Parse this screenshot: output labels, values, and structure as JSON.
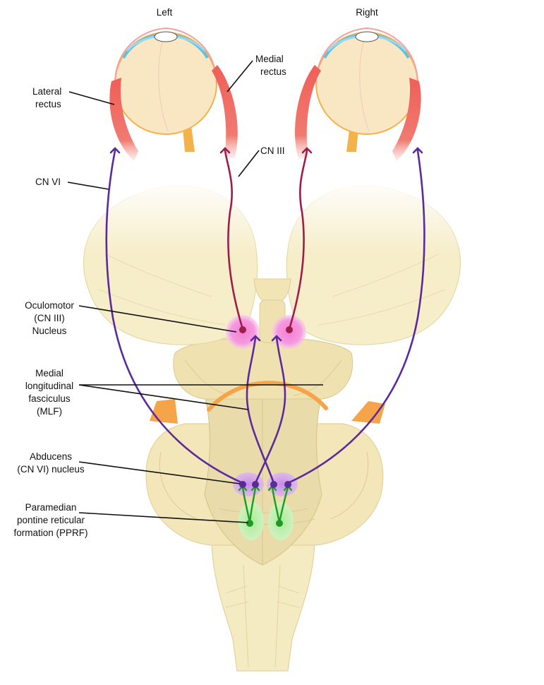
{
  "labels": {
    "left": "Left",
    "right": "Right",
    "medial_rectus": [
      "Medial",
      "rectus"
    ],
    "lateral_rectus": [
      "Lateral",
      "rectus"
    ],
    "cn3": "CN III",
    "cn6": "CN VI",
    "oculomotor": [
      "Oculomotor",
      "(CN III)",
      "Nucleus"
    ],
    "mlf": [
      "Medial",
      "longitudinal",
      "fasciculus",
      "(MLF)"
    ],
    "abducens": [
      "Abducens",
      "(CN VI) nucleus"
    ],
    "pprf": [
      "Paramedian",
      "pontine reticular",
      "formation (PPRF)"
    ]
  },
  "colors": {
    "brainstem": "#f5ebc3",
    "brainstem_shade": "#e9dcaa",
    "eye_fill": "#f9e6c2",
    "sclera_outline": "#f4b24a",
    "cornea": "#5cc3e6",
    "muscle": "#ef5f58",
    "cn3_nerve": "#9e1d4a",
    "cn6_nerve": "#5b2a9c",
    "pprf_fiber": "#1f9a20",
    "oculomotor_nucleus": "#f47fd1",
    "abducens_nucleus": "#c68ae8",
    "pprf_nucleus": "#a6ec9a",
    "orange_band": "#f5a44a"
  }
}
